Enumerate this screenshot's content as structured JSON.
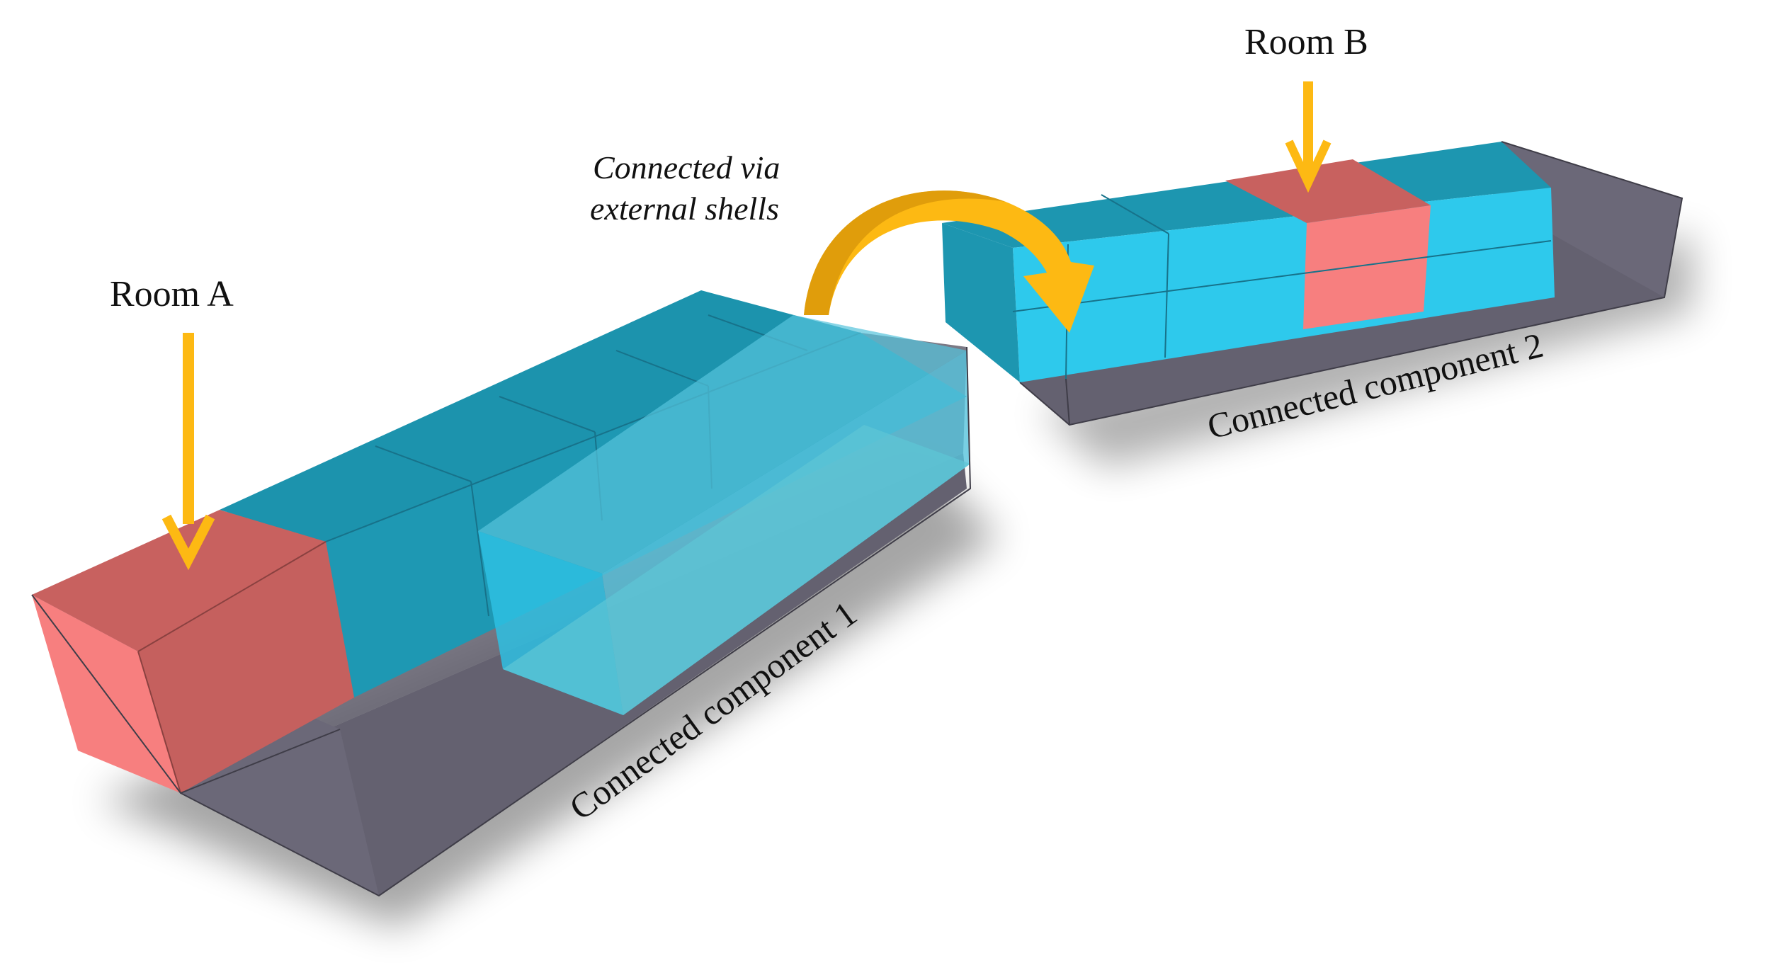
{
  "labels": {
    "room_a": "Room A",
    "room_b": "Room B",
    "note_line1": "Connected via",
    "note_line2": "external shells",
    "component_1": "Connected component 1",
    "component_2": "Connected component 2"
  },
  "colors": {
    "room_highlight": "#f77f7f",
    "room_highlight_dark": "#c8615f",
    "room_blue": "#2ec9ec",
    "room_blue_dark": "#1d96b0",
    "external_shell": "#646170",
    "glass_shell": "#56c3dc",
    "arrow": "#fdb913",
    "arrow_dark": "#d8960a"
  }
}
